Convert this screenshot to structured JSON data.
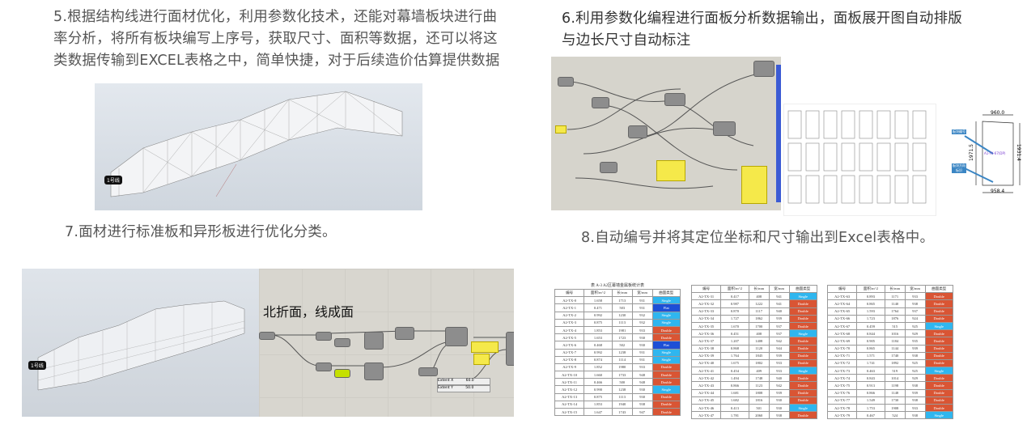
{
  "sections": {
    "s5": {
      "lines": [
        "5.根据结构线进行面材优化，利用参数化技术，还能对幕墙板块进行曲",
        "率分析，将所有板块编写上序号，获取尺寸、面积等数据，还可以将这",
        "类数据传输到EXCEL表格之中，简单快捷，对于后续造价估算提供数据"
      ]
    },
    "s6": {
      "lines": [
        "6.利用参数化编程进行面板分析数据输出，面板展开图自动排版",
        "与边长尺寸自动标注"
      ]
    },
    "s7": {
      "text": "7.面材进行标准板和异形板进行优化分类。"
    },
    "s8": {
      "text": "8.自动编号并将其定位坐标和尺寸输出到Excel表格中。"
    }
  },
  "images": {
    "model_top": {
      "line_label": "1号线"
    },
    "model_bottom": {
      "line_label": "1号线"
    },
    "gh_bottom": {
      "handwritten_note": "北折面，线成面",
      "slider_x": "Extent X",
      "slider_x_val": "60.0",
      "slider_y": "Extent Y",
      "slider_y_val": "50.0"
    },
    "panel_detail": {
      "top": "960.0",
      "bottom": "958.4",
      "left": "1971.5",
      "right": "1931.4",
      "panel_id": "A1-TX-67(DP)",
      "callout1": "板块编号",
      "callout2": "板块方向标识"
    }
  },
  "colors": {
    "Single": "#2fb6ef",
    "Double": "#d95534",
    "Flat": "#1d4fd6"
  },
  "tables": [
    {
      "caption": "表 A-3  A2区幕墙金属板统计表",
      "headers": [
        "编号",
        "面积/m^2",
        "长/mm",
        "宽/mm",
        "曲面类型"
      ],
      "rows": [
        [
          "A2-TX-0",
          "1.658",
          "1713",
          "931",
          "Single"
        ],
        [
          "A2-TX-1",
          "0.471",
          "503",
          "931",
          "Flat"
        ],
        [
          "A2-TX-2",
          "0.992",
          "1230",
          "932",
          "Single"
        ],
        [
          "A2-TX-3",
          "0.875",
          "1113",
          "932",
          "Single"
        ],
        [
          "A2-TX-4",
          "1.853",
          "1981",
          "933",
          "Double"
        ],
        [
          "A2-TX-5",
          "1.653",
          "1723",
          "930",
          "Double"
        ],
        [
          "A2-TX-6",
          "0.468",
          "502",
          "930",
          "Flat"
        ],
        [
          "A2-TX-7",
          "0.992",
          "1238",
          "931",
          "Single"
        ],
        [
          "A2-TX-8",
          "0.874",
          "1114",
          "931",
          "Single"
        ],
        [
          "A2-TX-9",
          "1.852",
          "1980",
          "933",
          "Double"
        ],
        [
          "A2-TX-10",
          "1.660",
          "1733",
          "948",
          "Double"
        ],
        [
          "A2-TX-11",
          "0.466",
          "500",
          "948",
          "Double"
        ],
        [
          "A2-TX-12",
          "0.990",
          "1238",
          "930",
          "Single"
        ],
        [
          "A2-TX-13",
          "0.875",
          "1113",
          "930",
          "Double"
        ],
        [
          "A2-TX-14",
          "1.853",
          "1940",
          "938",
          "Double"
        ],
        [
          "A2-TX-15",
          "1.647",
          "1743",
          "947",
          "Double"
        ]
      ]
    },
    {
      "caption": "",
      "headers": [
        "编号",
        "面积/m^2",
        "长/mm",
        "宽/mm",
        "曲面类型"
      ],
      "rows": [
        [
          "A2-TX-31",
          "0.417",
          "408",
          "941",
          "Single"
        ],
        [
          "A2-TX-32",
          "0.987",
          "1222",
          "941",
          "Double"
        ],
        [
          "A2-TX-33",
          "0.870",
          "1117",
          "940",
          "Double"
        ],
        [
          "A2-TX-34",
          "1.727",
          "1862",
          "939",
          "Double"
        ],
        [
          "A2-TX-35",
          "1.670",
          "1700",
          "937",
          "Double"
        ],
        [
          "A2-TX-36",
          "0.451",
          "408",
          "937",
          "Single"
        ],
        [
          "A2-TX-37",
          "1.207",
          "1408",
          "942",
          "Double"
        ],
        [
          "A2-TX-38",
          "0.868",
          "1120",
          "944",
          "Double"
        ],
        [
          "A2-TX-39",
          "1.764",
          "1845",
          "939",
          "Double"
        ],
        [
          "A2-TX-40",
          "1.675",
          "1802",
          "933",
          "Double"
        ],
        [
          "A2-TX-41",
          "0.454",
          "409",
          "933",
          "Single"
        ],
        [
          "A2-TX-42",
          "1.494",
          "1748",
          "940",
          "Double"
        ],
        [
          "A2-TX-43",
          "0.866",
          "1123",
          "942",
          "Double"
        ],
        [
          "A2-TX-44",
          "1.681",
          "1808",
          "939",
          "Double"
        ],
        [
          "A2-TX-45",
          "1.682",
          "1816",
          "930",
          "Double"
        ],
        [
          "A2-TX-46",
          "0.413",
          "501",
          "930",
          "Single"
        ],
        [
          "A2-TX-47",
          "1.781",
          "2060",
          "938",
          "Double"
        ]
      ]
    },
    {
      "caption": "",
      "headers": [
        "编号",
        "面积/m^2",
        "长/mm",
        "宽/mm",
        "曲面类型"
      ],
      "rows": [
        [
          "A2-TX-63",
          "0.893",
          "1171",
          "933",
          "Double"
        ],
        [
          "A2-TX-64",
          "0.865",
          "1140",
          "938",
          "Double"
        ],
        [
          "A2-TX-65",
          "1.593",
          "1764",
          "937",
          "Double"
        ],
        [
          "A2-TX-66",
          "1.723",
          "1876",
          "924",
          "Double"
        ],
        [
          "A2-TX-67",
          "0.459",
          "515",
          "925",
          "Single"
        ],
        [
          "A2-TX-68",
          "0.844",
          "1016",
          "929",
          "Double"
        ],
        [
          "A2-TX-69",
          "0.905",
          "1184",
          "935",
          "Double"
        ],
        [
          "A2-TX-70",
          "0.865",
          "1144",
          "939",
          "Double"
        ],
        [
          "A2-TX-71",
          "1.571",
          "1740",
          "938",
          "Double"
        ],
        [
          "A2-TX-72",
          "1.741",
          "1892",
          "925",
          "Double"
        ],
        [
          "A2-TX-73",
          "0.463",
          "519",
          "925",
          "Single"
        ],
        [
          "A2-TX-74",
          "0.843",
          "1014",
          "929",
          "Double"
        ],
        [
          "A2-TX-75",
          "0.913",
          "1198",
          "938",
          "Double"
        ],
        [
          "A2-TX-76",
          "0.866",
          "1148",
          "939",
          "Double"
        ],
        [
          "A2-TX-77",
          "1.549",
          "1730",
          "938",
          "Double"
        ],
        [
          "A2-TX-78",
          "1.753",
          "1908",
          "933",
          "Double"
        ],
        [
          "A2-TX-79",
          "0.467",
          "524",
          "938",
          "Single"
        ]
      ]
    }
  ]
}
